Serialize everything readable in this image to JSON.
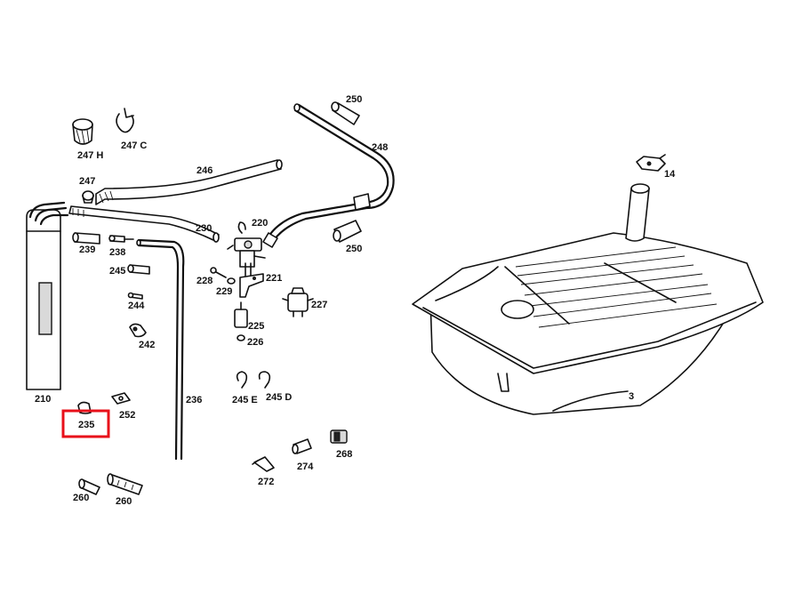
{
  "labels": {
    "p247H": "247 H",
    "p247C": "247 C",
    "p247": "247",
    "p246": "246",
    "p248": "248",
    "p250a": "250",
    "p250b": "250",
    "p239": "239",
    "p238": "238",
    "p230": "230",
    "p220": "220",
    "p245": "245",
    "p228": "228",
    "p229": "229",
    "p221": "221",
    "p227": "227",
    "p244": "244",
    "p225": "225",
    "p226": "226",
    "p242": "242",
    "p210": "210",
    "p235": "235",
    "p252": "252",
    "p236": "236",
    "p245E": "245 E",
    "p245D": "245 D",
    "p274": "274",
    "p268": "268",
    "p272": "272",
    "p260a": "260",
    "p260b": "260",
    "p14": "14",
    "p3": "3"
  },
  "highlight": {
    "part": "235",
    "color": "#e8101a"
  }
}
